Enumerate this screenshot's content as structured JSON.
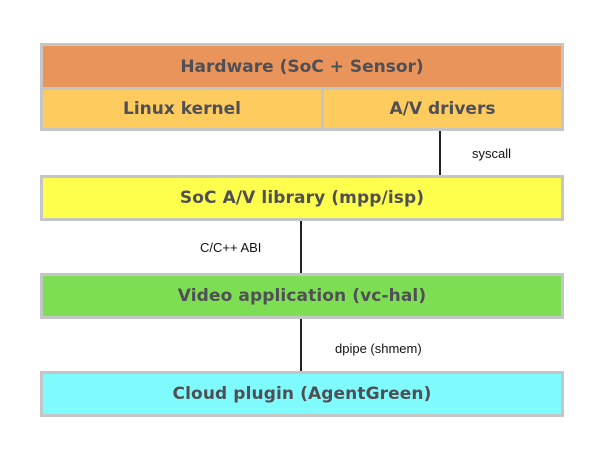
{
  "diagram": {
    "layers": {
      "hardware": {
        "label": "Hardware (SoC + Sensor)",
        "color": "#e9945a"
      },
      "linux_kernel": {
        "label": "Linux kernel",
        "color": "#fecb5f"
      },
      "av_drivers": {
        "label": "A/V drivers",
        "color": "#fecb5f"
      },
      "soc_library": {
        "label": "SoC A/V library (mpp/isp)",
        "color": "#fefe4d"
      },
      "video_app": {
        "label": "Video application (vc-hal)",
        "color": "#7ede53"
      },
      "cloud_plugin": {
        "label": "Cloud plugin (AgentGreen)",
        "color": "#7ffbfd"
      }
    },
    "connections": [
      {
        "from": "A/V drivers",
        "to": "SoC A/V library (mpp/isp)",
        "label": "syscall"
      },
      {
        "from": "SoC A/V library (mpp/isp)",
        "to": "Video application (vc-hal)",
        "label": "C/C++ ABI"
      },
      {
        "from": "Video application (vc-hal)",
        "to": "Cloud plugin (AgentGreen)",
        "label": "dpipe (shmem)"
      }
    ]
  }
}
